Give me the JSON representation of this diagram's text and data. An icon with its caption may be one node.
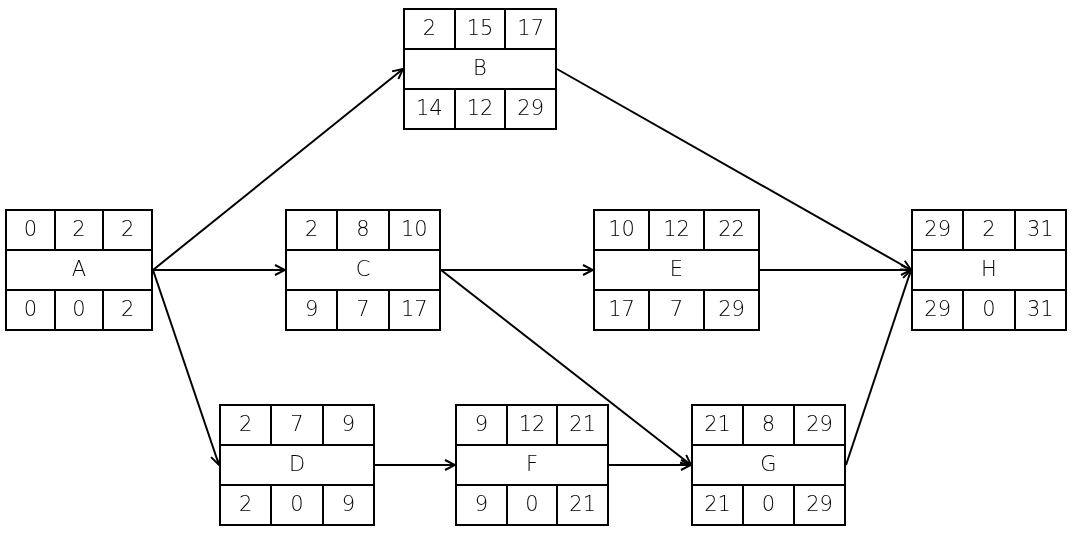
{
  "diagram": {
    "nodes": [
      {
        "text": [
          "0",
          "2",
          "2",
          "A",
          "0",
          "0",
          "2"
        ]
      },
      {
        "text": [
          "2",
          "15",
          "17",
          "B",
          "14",
          "12",
          "29"
        ]
      },
      {
        "text": [
          "2",
          "8",
          "10",
          "C",
          "9",
          "7",
          "17"
        ]
      },
      {
        "text": [
          "2",
          "7",
          "9",
          "D",
          "2",
          "0",
          "9"
        ]
      },
      {
        "text": [
          "10",
          "12",
          "22",
          "E",
          "17",
          "7",
          "29"
        ]
      },
      {
        "text": [
          "9",
          "12",
          "21",
          "F",
          "9",
          "0",
          "21"
        ]
      },
      {
        "text": [
          "21",
          "8",
          "29",
          "G",
          "21",
          "0",
          "29"
        ]
      },
      {
        "text": [
          "29",
          "2",
          "31",
          "H",
          "29",
          "0",
          "31"
        ]
      }
    ],
    "edges": [
      {
        "from": 0,
        "to": 1,
        "arrow": "to"
      },
      {
        "from": 0,
        "to": 2,
        "arrow": "to"
      },
      {
        "from": 0,
        "to": 3,
        "arrow": "to"
      },
      {
        "from": 1,
        "to": 7,
        "arrow": "to"
      },
      {
        "from": 2,
        "to": 4,
        "arrow": "to"
      },
      {
        "from": 2,
        "to": 6,
        "arrow": "to"
      },
      {
        "from": 3,
        "to": 5,
        "arrow": "to"
      },
      {
        "from": 5,
        "to": 6,
        "arrow": "to"
      },
      {
        "from": 4,
        "to": 7,
        "arrow": "to"
      },
      {
        "from": 6,
        "to": 7,
        "arrow": "to"
      }
    ]
  }
}
